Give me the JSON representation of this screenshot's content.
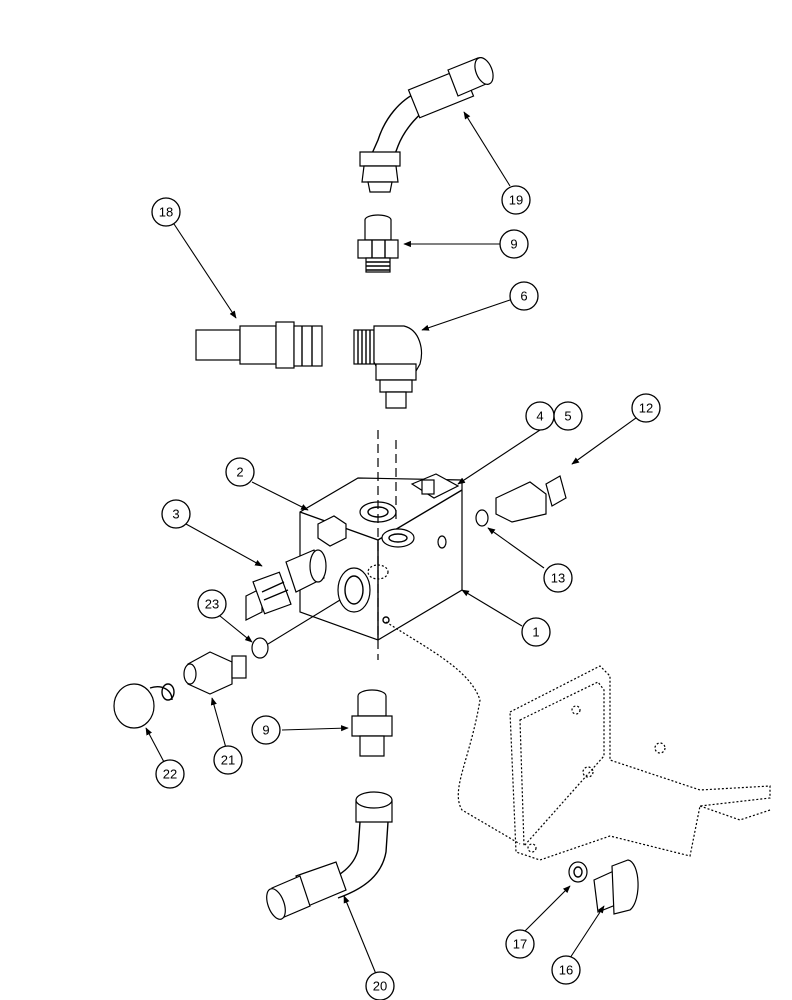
{
  "callouts": {
    "c1": "1",
    "c2": "2",
    "c3": "3",
    "c4": "4",
    "c5": "5",
    "c6": "6",
    "c9a": "9",
    "c9b": "9",
    "c12": "12",
    "c13": "13",
    "c16": "16",
    "c17": "17",
    "c18": "18",
    "c19": "19",
    "c20": "20",
    "c21": "21",
    "c22": "22",
    "c23": "23"
  }
}
